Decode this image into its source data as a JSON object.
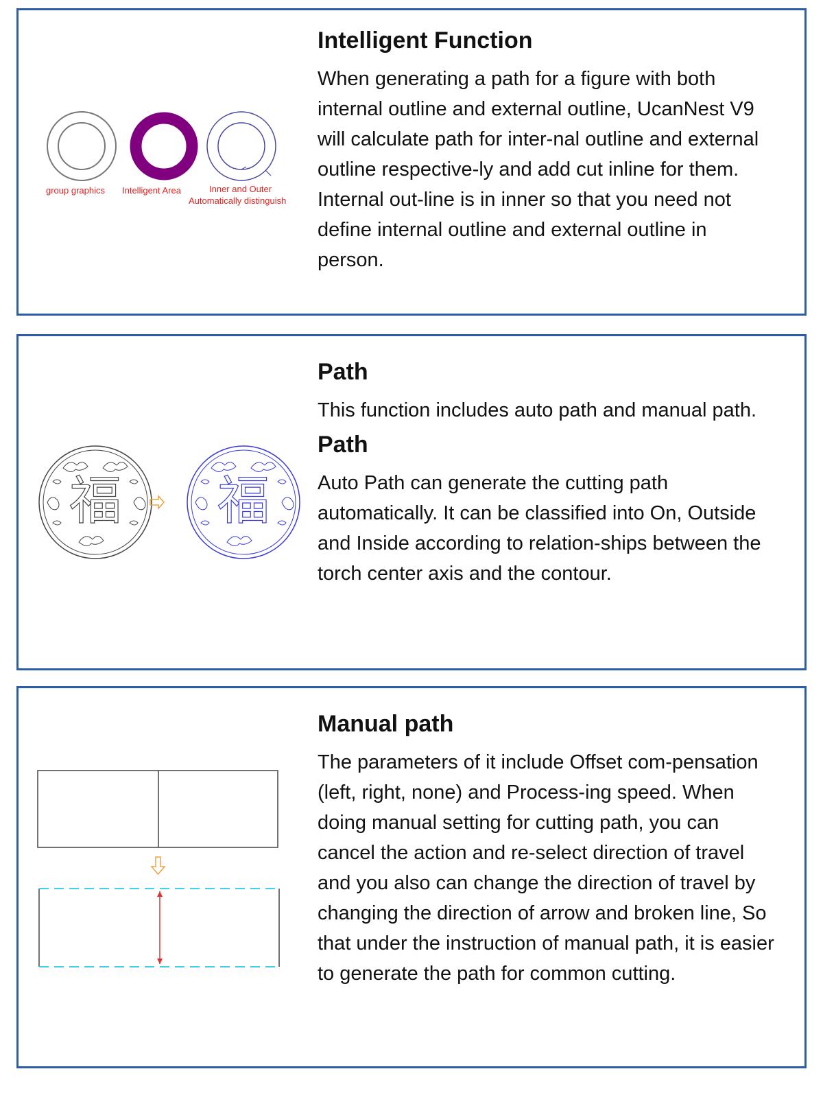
{
  "sections": [
    {
      "title": "Intelligent Function",
      "body": "When generating a path for a figure with both internal outline and external outline, UcanNest V9 will calculate path for inter-nal outline and external outline respective-ly and add cut inline for them. Internal out-line is in inner so that you need not define internal outline and external outline in person.",
      "figure": {
        "labels": [
          "group graphics",
          "Intelligent Area",
          "Inner and Outer",
          "Automatically distinguish"
        ],
        "label_color": "#e02020",
        "ring_fill_color": "#800080",
        "outline_color": "#4a4aa0"
      }
    },
    {
      "title": "Path",
      "body": "This function includes auto path and manual path.",
      "subtitle": "Path",
      "body2": "Auto Path can generate the cutting path automatically. It can be classified into On, Outside and Inside according to relation-ships between the torch center axis and the contour.",
      "figure": {
        "glyph": "福",
        "left_color": "#444444",
        "right_color": "#3a3adc",
        "arrow_color": "#f0a040"
      }
    },
    {
      "title": "Manual path",
      "body": "The parameters of it include Offset com-pensation (left, right, none) and Process-ing speed. When doing manual setting for cutting path, you can cancel the action and re-select direction of travel and you also can change the direction of travel by changing the direction of arrow and broken line, So that under the instruction of manual path, it is easier to generate the path for common cutting.",
      "figure": {
        "dash_color": "#40d0e8",
        "arrow_color": "#e03030",
        "down_arrow_color": "#f0a040"
      }
    }
  ]
}
